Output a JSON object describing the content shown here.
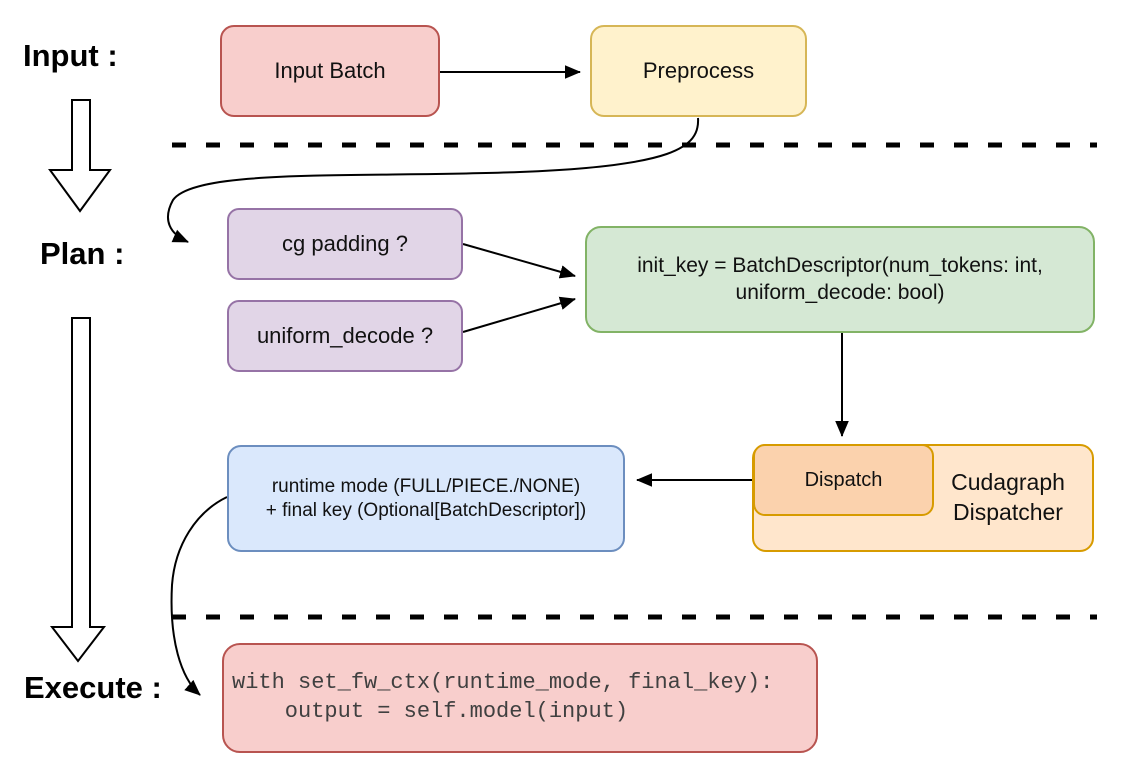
{
  "labels": {
    "input": "Input :",
    "plan": "Plan :",
    "execute": "Execute :"
  },
  "boxes": {
    "input_batch": {
      "label": "Input Batch"
    },
    "preprocess": {
      "label": "Preprocess"
    },
    "cg_padding": {
      "label": "cg padding ?"
    },
    "uniform_decode": {
      "label": "uniform_decode ?"
    },
    "init_key": {
      "line1": "init_key = BatchDescriptor(num_tokens: int,",
      "line2": "uniform_decode: bool)"
    },
    "runtime_mode": {
      "line1": "runtime mode (FULL/PIECE./NONE)",
      "line2": "+ final key (Optional[BatchDescriptor])"
    },
    "dispatch": {
      "label": "Dispatch"
    },
    "cudagraph_dispatcher": {
      "line1": "Cudagraph",
      "line2": "Dispatcher"
    },
    "execute_code": {
      "line1": "with set_fw_ctx(runtime_mode, final_key):",
      "line2": "    output = self.model(input)"
    }
  },
  "edges": [
    {
      "from": "Input Batch",
      "to": "Preprocess"
    },
    {
      "from": "Preprocess",
      "to": "cg padding ?"
    },
    {
      "from": "cg padding ?",
      "to": "init_key = BatchDescriptor(...)"
    },
    {
      "from": "uniform_decode ?",
      "to": "init_key = BatchDescriptor(...)"
    },
    {
      "from": "init_key = BatchDescriptor(...)",
      "to": "Dispatch"
    },
    {
      "from": "Dispatch",
      "to": "runtime mode + final key"
    },
    {
      "from": "runtime mode + final key",
      "to": "execute code block"
    }
  ],
  "colors": {
    "red-fill": "#f8cecc",
    "red-stroke": "#b85450",
    "yellow-fill": "#fff2cc",
    "yellow-stroke": "#d6b656",
    "purple-fill": "#e1d5e7",
    "purple-stroke": "#9673a6",
    "green-fill": "#d5e8d4",
    "green-stroke": "#82b366",
    "blue-fill": "#dae8fc",
    "blue-stroke": "#6c8ebf",
    "orange-fill": "#ffe6cc",
    "orange-deep-fill": "#fbd2ad",
    "orange-stroke": "#d79b00",
    "line": "#000000",
    "code-text": "#404040"
  }
}
